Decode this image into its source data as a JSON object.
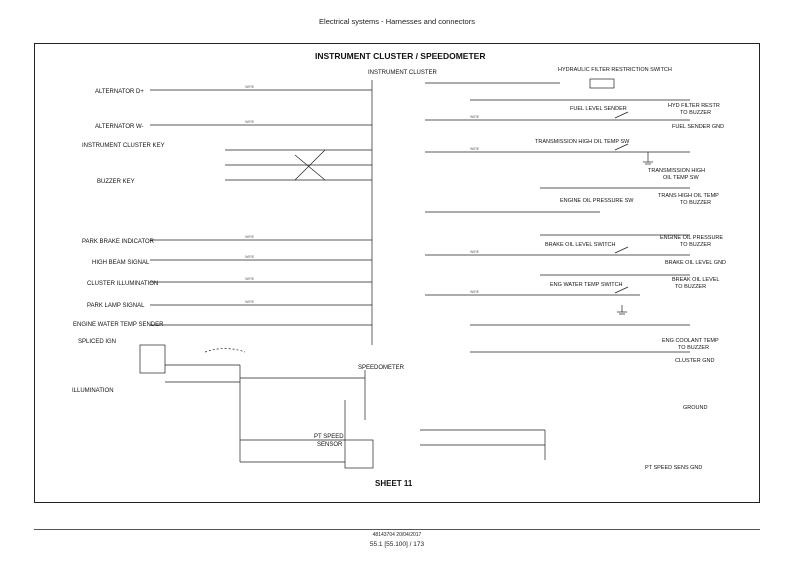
{
  "header": {
    "title": "Electrical systems - Harnesses and connectors"
  },
  "footer": {
    "doc": "48143704 20/04/2017",
    "page": "55.1 [55.100] / 173"
  },
  "diagram": {
    "title": "INSTRUMENT CLUSTER / SPEEDOMETER",
    "cluster_label": "INSTRUMENT CLUSTER",
    "speedometer_label": "SPEEDOMETER",
    "pt_speed_sensor": [
      "PT SPEED",
      "SENSOR"
    ],
    "sheet": "SHEET 11",
    "left_labels": [
      "ALTERNATOR D+",
      "ALTERNATOR W-",
      "INSTRUMENT CLUSTER KEY",
      "BUZZER KEY",
      "PARK BRAKE INDICATOR",
      "HIGH BEAM SIGNAL",
      "CLUSTER ILLUMINATION",
      "PARK LAMP SIGNAL",
      "ENGINE WATER TEMP SENDER",
      "SPLICED IGN",
      "ILLUMINATION"
    ],
    "right_labels": [
      "HYDRAULIC FILTER RESTRICTION SWITCH",
      [
        "HYD FILTER RESTR",
        "TO BUZZER"
      ],
      "FUEL LEVEL SENDER",
      "FUEL SENDER GND",
      "TRANSMISSION HIGH OIL TEMP SW",
      [
        "TRANSMISSION HIGH",
        "OIL TEMP SW"
      ],
      [
        "TRANS HIGH OIL TEMP",
        "TO BUZZER"
      ],
      "ENGINE OIL PRESSURE SW",
      [
        "ENGINE OIL PRESSURE",
        "TO BUZZER"
      ],
      "BRAKE OIL LEVEL SWITCH",
      "BRAKE OIL LEVEL GND",
      [
        "BREAK OIL LEVEL",
        "TO BUZZER"
      ],
      "ENG WATER TEMP SWITCH",
      [
        "ENG COOLANT TEMP",
        "TO BUZZER"
      ],
      "CLUSTER GND",
      "GROUND",
      "PT SPEED SENS GND"
    ]
  }
}
